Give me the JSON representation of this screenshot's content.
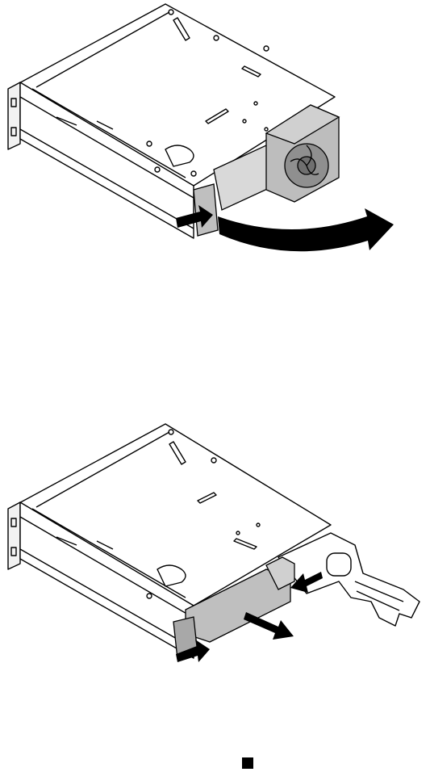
{
  "page": {
    "figures": [
      {
        "id": "fig1",
        "description_icon": "drive-cage-fan-removal-illustration"
      },
      {
        "id": "fig2",
        "description_icon": "drive-cage-backplane-removal-illustration"
      }
    ],
    "end_marker_icon": "end-of-section-square-icon"
  }
}
